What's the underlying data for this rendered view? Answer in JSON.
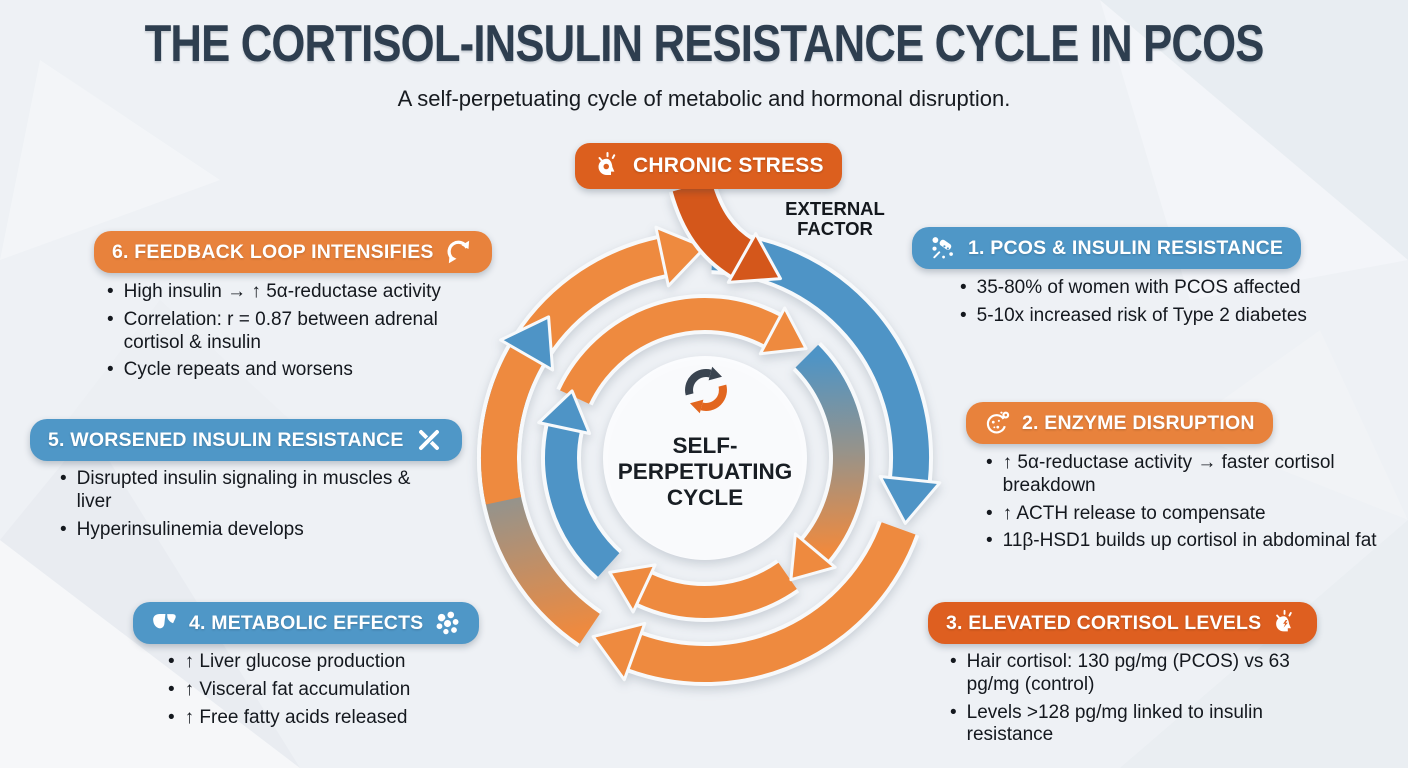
{
  "title": "THE CORTISOL-INSULIN RESISTANCE CYCLE IN PCOS",
  "subtitle": "A self-perpetuating cycle of metabolic and hormonal disruption.",
  "stress_badge": {
    "label": "CHRONIC STRESS"
  },
  "external_factor": {
    "line1": "EXTERNAL",
    "line2": "FACTOR"
  },
  "center": {
    "line1": "SELF-PERPETUATING",
    "line2": "CYCLE"
  },
  "colors": {
    "background": "#EEF1F5",
    "title": "#2E3E4F",
    "text": "#14181E",
    "orange_pill": "#E8823C",
    "deep_orange_pill": "#DE5F20",
    "stress_badge": "#DC5F1E",
    "stress_arrow": "#D4571B",
    "blue_pill": "#4F97C7",
    "orange_arrow": "#EE8A3F",
    "blue_arrow": "#4E94C6"
  },
  "boxes": [
    {
      "label": "1. PCOS & INSULIN RESISTANCE",
      "color": "#4F97C7",
      "icon": "syringe-cells-icon",
      "bullets": [
        "35-80% of women with PCOS affected",
        "5-10x increased risk of Type 2 diabetes"
      ]
    },
    {
      "label": "2. ENZYME DISRUPTION",
      "color": "#E8823C",
      "icon": "enzyme-cell-icon",
      "bullets": [
        "↑ 5α-reductase activity → faster cortisol breakdown",
        "↑ ACTH release to compensate",
        "11β-HSD1 builds up cortisol in abdominal fat"
      ]
    },
    {
      "label": "3. ELEVATED CORTISOL LEVELS",
      "color": "#DE5F20",
      "icon": "stressed-head-icon",
      "bullets": [
        "Hair cortisol: 130 pg/mg (PCOS) vs 63 pg/mg (control)",
        "Levels >128 pg/mg linked to insulin resistance"
      ]
    },
    {
      "label": "4. METABOLIC EFFECTS",
      "color": "#4F97C7",
      "icon_left": "liver-icon",
      "icon_right": "fat-cells-icon",
      "bullets": [
        "↑ Liver glucose production",
        "↑ Visceral fat accumulation",
        "↑ Free fatty acids released"
      ]
    },
    {
      "label": "5. WORSENED INSULIN RESISTANCE",
      "color": "#4F97C7",
      "icon": "crossed-x-icon",
      "bullets": [
        "Disrupted insulin signaling in muscles & liver",
        "Hyperinsulinemia develops"
      ]
    },
    {
      "label": "6. FEEDBACK LOOP INTENSIFIES",
      "color": "#E8823C",
      "icon": "refresh-cycle-icon",
      "bullets": [
        "High insulin → ↑ 5α-reductase activity",
        "Correlation: r = 0.87 between adrenal cortisol & insulin",
        "Cycle repeats and worsens"
      ]
    }
  ]
}
